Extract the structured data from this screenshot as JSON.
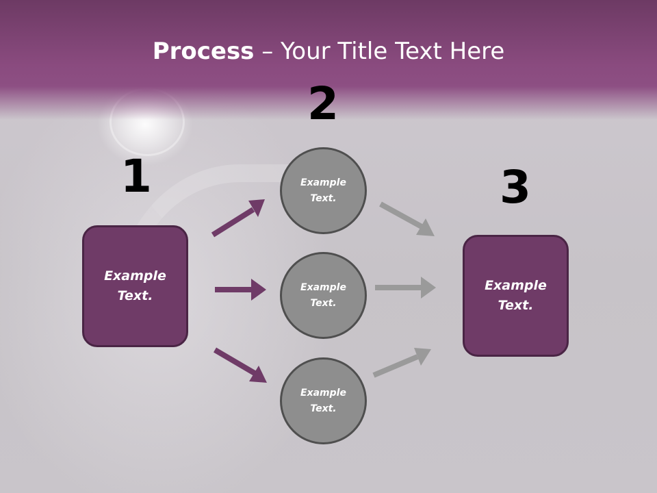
{
  "title": {
    "bold": "Process",
    "rest": " – Your Title Text Here"
  },
  "steps": {
    "one": "1",
    "two": "2",
    "three": "3"
  },
  "boxes": {
    "left": "Example\nText.",
    "right": "Example\nText."
  },
  "circles": {
    "top": "Example\nText.",
    "middle": "Example\nText.",
    "bottom": "Example\nText."
  },
  "colors": {
    "header": "#8a4b7f",
    "box": "#6f3b67",
    "circle": "#8e8e8e",
    "arrow_purple": "#6f3b67",
    "arrow_gray": "#9a9a9a"
  }
}
